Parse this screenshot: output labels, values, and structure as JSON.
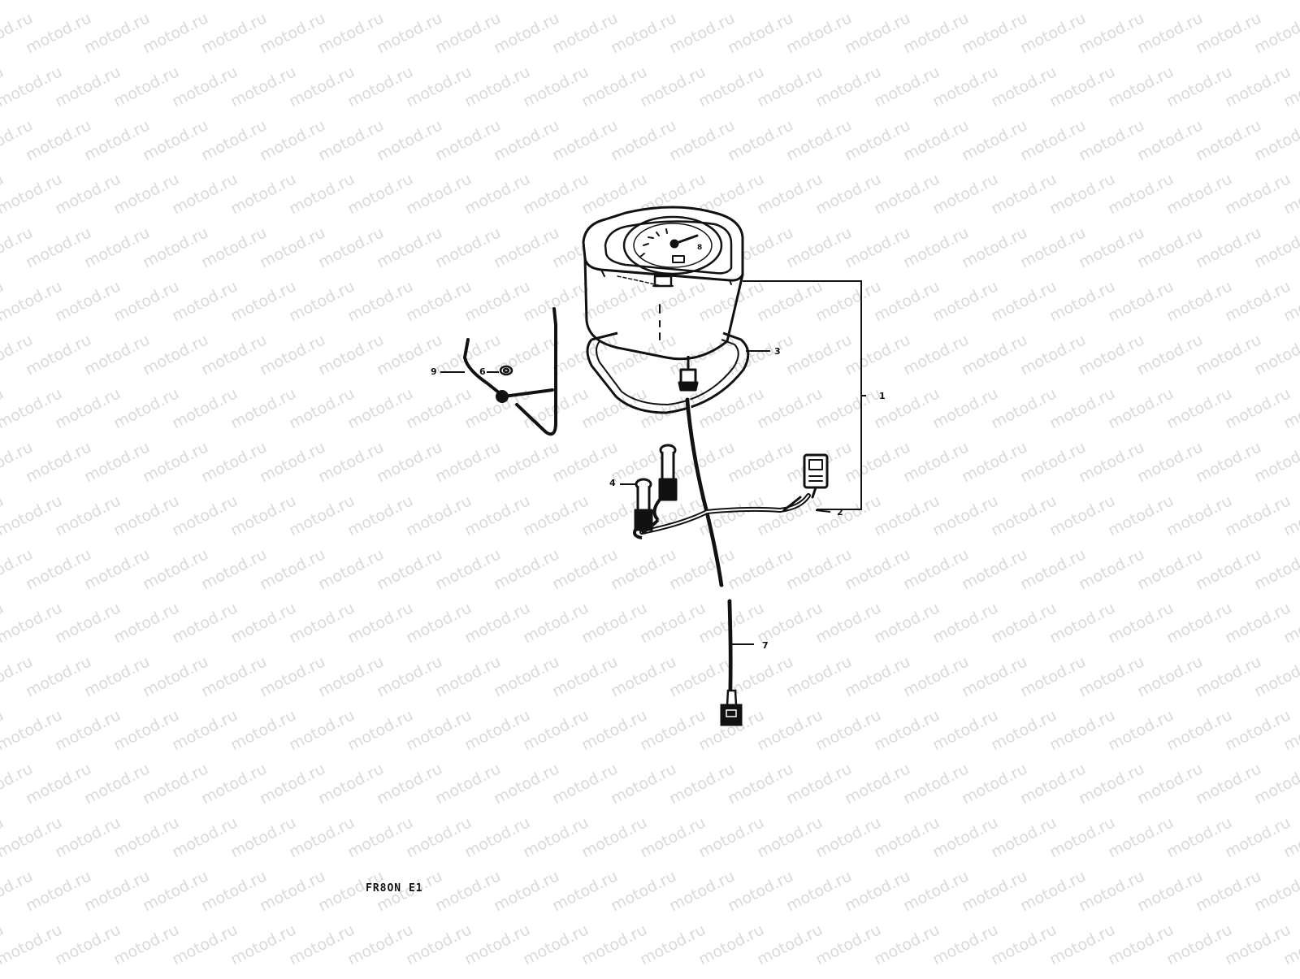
{
  "watermark": {
    "text": "motod.ru",
    "color": "#d9d9d9"
  },
  "diagram": {
    "code_label": "FR8ON E1",
    "dial_glyph": "8",
    "callouts": [
      {
        "id": "1",
        "label": "1"
      },
      {
        "id": "2",
        "label": "2"
      },
      {
        "id": "3",
        "label": "3"
      },
      {
        "id": "4",
        "label": "4"
      },
      {
        "id": "6",
        "label": "6"
      },
      {
        "id": "7",
        "label": "7"
      },
      {
        "id": "9",
        "label": "9"
      }
    ]
  },
  "colors": {
    "line": "#111111",
    "background": "#ffffff"
  }
}
